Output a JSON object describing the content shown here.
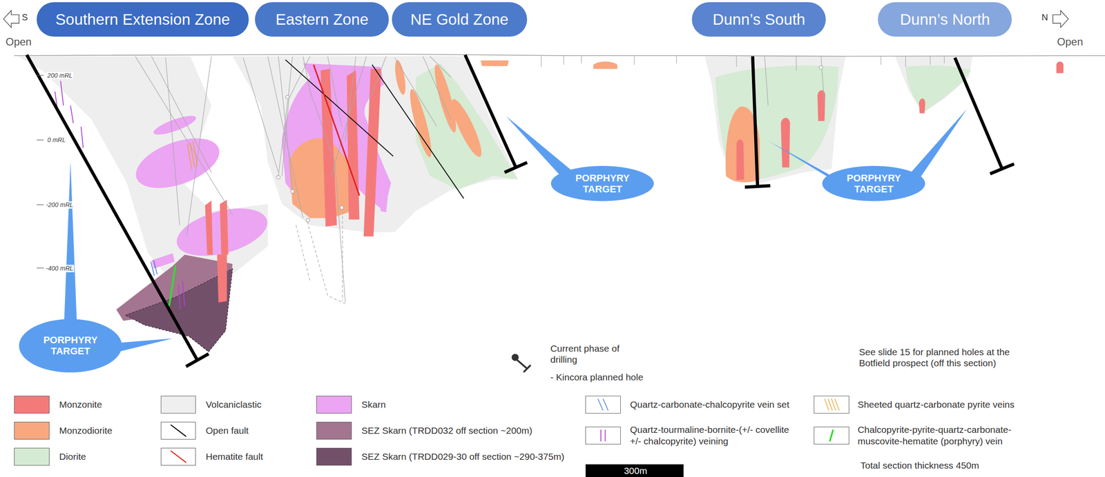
{
  "diagram": {
    "nodes": [
      {
        "text": [
          "Southern Extension Zone"
        ]
      },
      {
        "text": [
          "Eastern Zone"
        ]
      },
      {
        "text": [
          "NE Gold Zone"
        ]
      },
      {
        "text": [
          "Dunn’s South"
        ]
      },
      {
        "text": [
          "Dunn’s North"
        ]
      },
      {
        "text": [
          "PORPHYRY TARGET"
        ]
      },
      {
        "text": [
          "PORPHYRY TARGET"
        ]
      },
      {
        "text": [
          "PORPHYRY TARGET"
        ]
      }
    ],
    "labels": [
      "S",
      "Open",
      "N",
      "Open",
      "200 mRL",
      "0 mRL",
      "-200 mRL",
      "-400 mRL",
      "Current phase of drilling",
      "- Kincora planned hole",
      "See slide 15 for planned holes at the Botfield prospect (off this section)",
      "300m",
      "Total section thickness 450m"
    ],
    "legend": [
      {
        "text": "Monzonite",
        "color": "#f47a7a"
      },
      {
        "text": "Monzodiorite",
        "color": "#f9a77f"
      },
      {
        "text": "Diorite",
        "color": "#d5ebd3"
      },
      {
        "text": "Volcaniclastic",
        "color": "#efefef"
      },
      {
        "text": "Open fault"
      },
      {
        "text": "Hematite fault"
      },
      {
        "text": "Skarn",
        "color": "#eba5f2"
      },
      {
        "text": "SEZ Skarn (TRDD032 off section ~200m)",
        "color": "#a47590"
      },
      {
        "text": "SEZ Skarn (TRDD029-30 off section ~290-375m)",
        "color": "#73506a"
      },
      {
        "text": "Quartz-carbonate-chalcopyrite vein set"
      },
      {
        "text": "Quartz-tourmaline-bornite-(+/- covellite +/- chalcopyrite) veining"
      },
      {
        "text": "Sheeted quartz-carbonate pyrite veins"
      },
      {
        "text": "Chalcopyrite-pyrite-quartz-carbonate-muscovite-hematite (porphyry) vein"
      }
    ]
  }
}
